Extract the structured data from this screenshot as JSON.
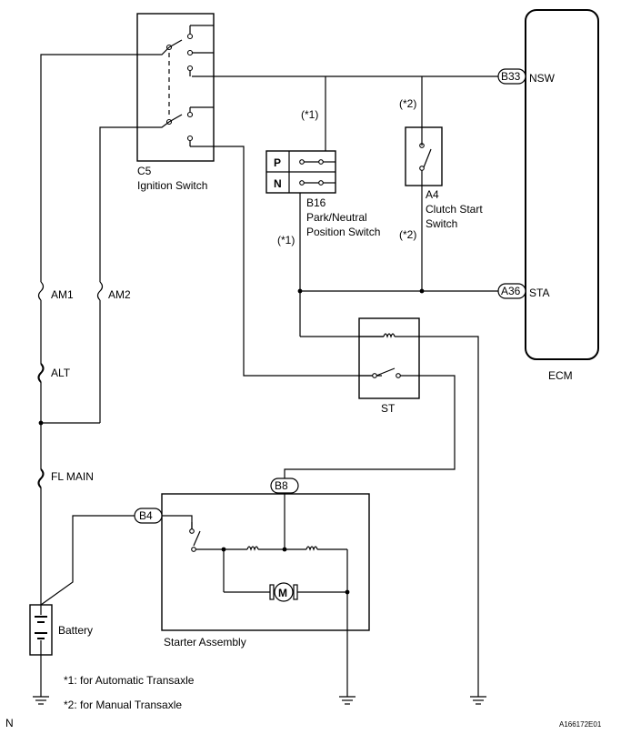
{
  "components": {
    "ignition_switch": {
      "code": "C5",
      "name": "Ignition Switch"
    },
    "pn_switch": {
      "code": "B16",
      "name_line1": "Park/Neutral",
      "name_line2": "Position Switch",
      "pos_p": "P",
      "pos_n": "N"
    },
    "clutch_switch": {
      "code": "A4",
      "name_line1": "Clutch Start",
      "name_line2": "Switch"
    },
    "ecm": {
      "name": "ECM"
    },
    "st_relay": {
      "name": "ST"
    },
    "starter": {
      "name": "Starter Assembly",
      "motor_symbol": "M"
    },
    "battery": {
      "name": "Battery"
    }
  },
  "connectors": {
    "nsw_pin": "B33",
    "sta_pin": "A36",
    "starter_b8": "B8",
    "starter_b4": "B4"
  },
  "ecm_terminals": {
    "nsw": "NSW",
    "sta": "STA"
  },
  "fuses": {
    "am1": "AM1",
    "am2": "AM2",
    "alt": "ALT",
    "fl_main": "FL MAIN"
  },
  "markers": {
    "auto": "(*1)",
    "manual": "(*2)"
  },
  "legend": {
    "note1": "*1: for Automatic Transaxle",
    "note2": "*2: for Manual Transaxle"
  },
  "corner": {
    "left": "N",
    "right": "A166172E01"
  }
}
